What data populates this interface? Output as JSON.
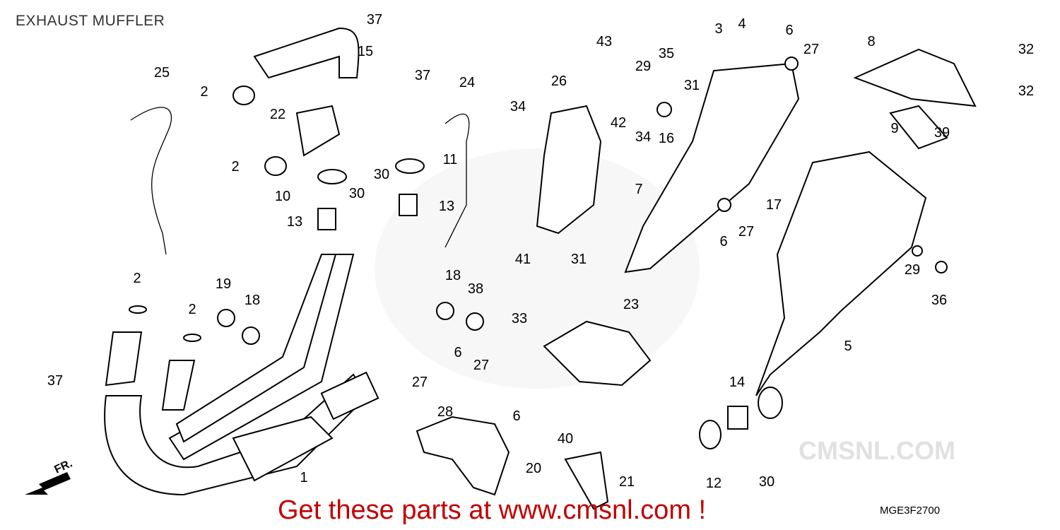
{
  "title": "EXHAUST MUFFLER",
  "promo": "Get these parts at www.cmsnl.com !",
  "diagram_code": "MGE3F2700",
  "front_arrow_label": "FR.",
  "watermark": "CMSNL.COM",
  "part_labels": [
    "37",
    "15",
    "37",
    "2",
    "22",
    "25",
    "24",
    "34",
    "26",
    "43",
    "29",
    "35",
    "3",
    "4",
    "6",
    "27",
    "31",
    "16",
    "42",
    "34",
    "8",
    "32",
    "32",
    "9",
    "39",
    "2",
    "11",
    "30",
    "10",
    "30",
    "13",
    "13",
    "7",
    "17",
    "6",
    "27",
    "29",
    "36",
    "5",
    "2",
    "19",
    "18",
    "2",
    "18",
    "38",
    "41",
    "31",
    "23",
    "33",
    "37",
    "27",
    "6",
    "27",
    "6",
    "28",
    "14",
    "40",
    "20",
    "21",
    "12",
    "30",
    "1"
  ]
}
